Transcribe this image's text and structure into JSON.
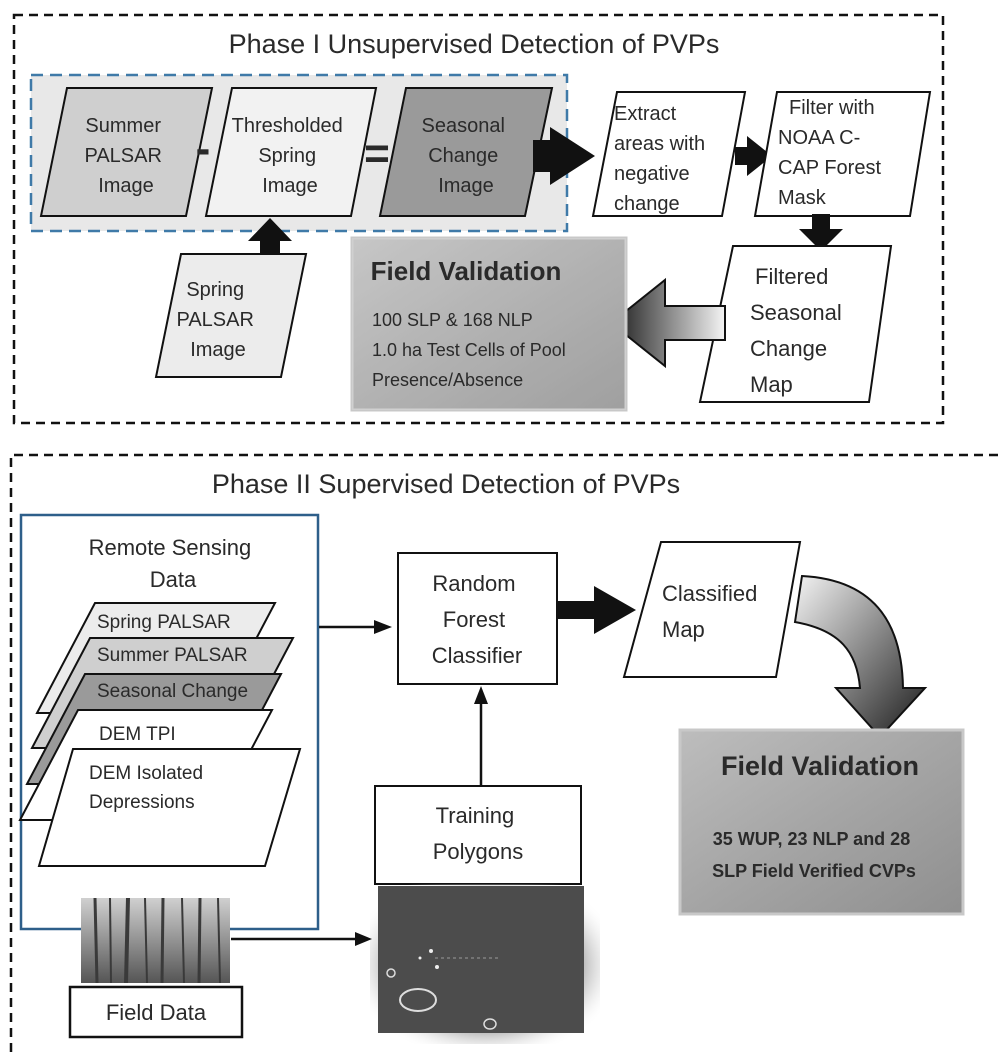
{
  "phase1": {
    "title": "Phase I Unsupervised Detection of PVPs",
    "summer_image": [
      "Summer",
      "PALSAR",
      "Image"
    ],
    "minus": "-",
    "thresholded_spring": [
      "Thresholded",
      "Spring",
      "Image"
    ],
    "equals": "=",
    "seasonal_change": [
      "Seasonal",
      "Change",
      "Image"
    ],
    "spring_image": [
      "Spring",
      "PALSAR",
      "Image"
    ],
    "extract": [
      "Extract",
      "areas with",
      "negative",
      "change"
    ],
    "filter": [
      "Filter with",
      "NOAA C-",
      "CAP Forest",
      "Mask"
    ],
    "filtered_map": [
      "Filtered",
      "Seasonal",
      "Change",
      "Map"
    ],
    "field_validation": {
      "title": "Field Validation",
      "lines": [
        "100 SLP & 168 NLP",
        "1.0 ha Test Cells of Pool",
        "Presence/Absence"
      ]
    }
  },
  "phase2": {
    "title": "Phase II  Supervised Detection of PVPs",
    "remote_sensing": {
      "title": [
        "Remote Sensing",
        "Data"
      ],
      "layers": [
        "Spring PALSAR",
        "Summer PALSAR",
        "Seasonal Change",
        "DEM TPI",
        "DEM Isolated",
        "Depressions"
      ]
    },
    "random_forest": [
      "Random",
      "Forest",
      "Classifier"
    ],
    "classified_map": [
      "Classified",
      "Map"
    ],
    "training_polygons": [
      "Training",
      "Polygons"
    ],
    "field_data": "Field Data",
    "field_validation": {
      "title": "Field Validation",
      "lines": [
        "35 WUP, 23 NLP and 28",
        "SLP Field Verified CVPs"
      ]
    }
  },
  "colors": {
    "light_fill": "#e6e6e6",
    "mid_fill": "#c8c8c8",
    "dark_fill": "#9a9a9a",
    "blue_border": "#2e5f8a",
    "dashed_blue": "#3f7aa8"
  }
}
